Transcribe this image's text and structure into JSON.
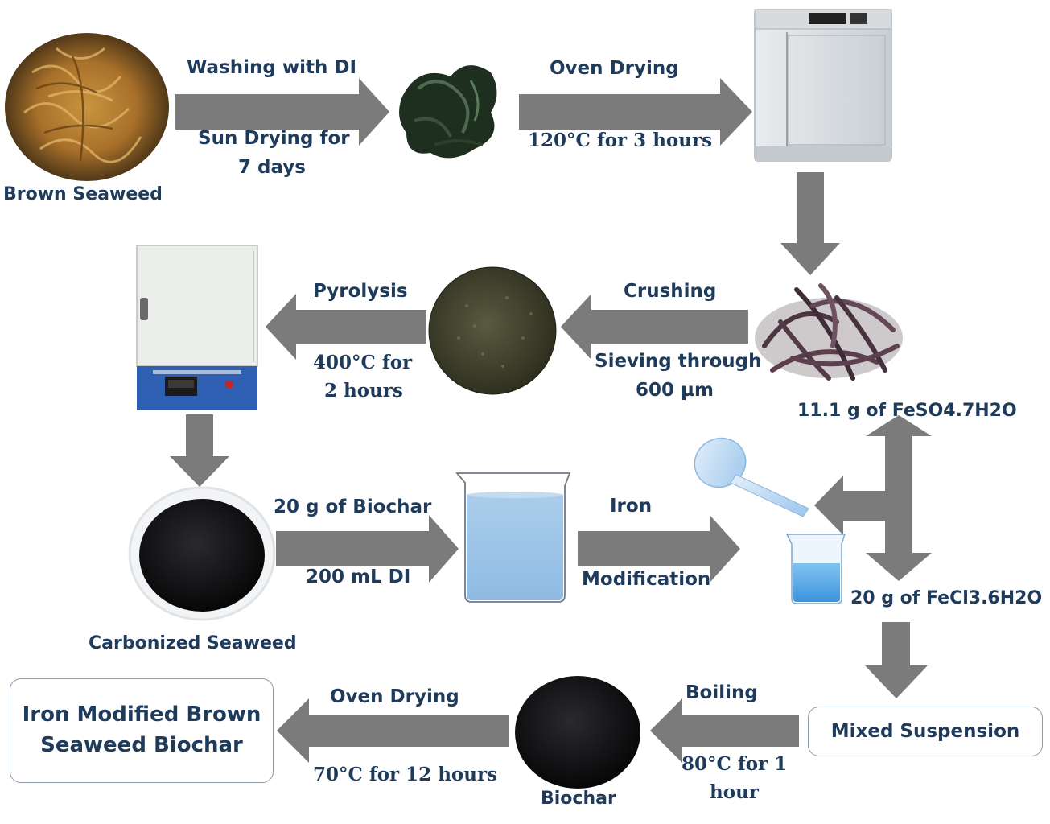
{
  "labels": {
    "brown_seaweed": "Brown Seaweed",
    "washing": "Washing with DI",
    "sun_drying_1": "Sun Drying for",
    "sun_drying_2": "7 days",
    "oven_drying_top": "Oven Drying",
    "oven_temp_top": "120°C for 3 hours",
    "crushing": "Crushing",
    "sieving_1": "Sieving through",
    "sieving_2": "600 µm",
    "pyrolysis": "Pyrolysis",
    "pyro_temp_1": "400°C for",
    "pyro_temp_2": "2 hours",
    "feso4": "11.1 g of FeSO4.7H2O",
    "biochar_amount": "20 g of Biochar",
    "di_amount": "200 mL DI",
    "iron": "Iron",
    "modification": "Modification",
    "fecl3": "20 g of FeCl3.6H2O",
    "carbonized": "Carbonized Seaweed",
    "mixed_suspension": "Mixed Suspension",
    "boiling": "Boiling",
    "boil_temp_1": "80°C for 1",
    "boil_temp_2": "hour",
    "oven_drying_bottom": "Oven Drying",
    "oven_temp_bottom": "70°C for 12 hours",
    "biochar": "Biochar",
    "final_product_1": "Iron Modified Brown",
    "final_product_2": "Seaweed Biochar"
  },
  "colors": {
    "text": "#1f3b5c",
    "arrow": "#7b7b7b",
    "box_border": "#8c99a6"
  }
}
